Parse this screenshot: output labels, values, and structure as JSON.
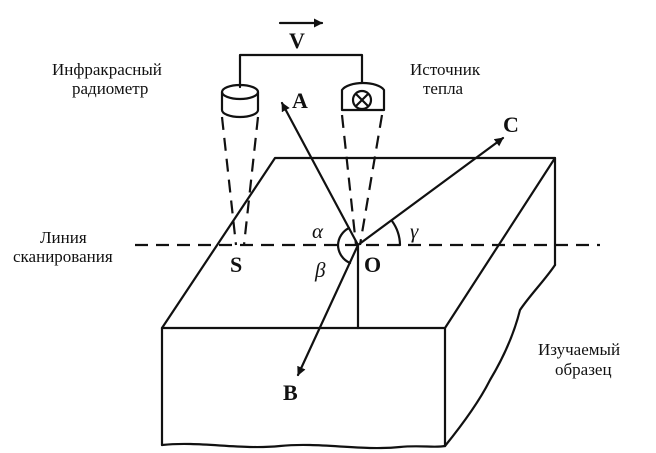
{
  "labels": {
    "radiometer_line1": "Инфракрасный",
    "radiometer_line2": "радиометр",
    "source_line1": "Источник",
    "source_line2": "тепла",
    "scan_line1": "Линия",
    "scan_line2": "сканирования",
    "sample_line1": "Изучаемый",
    "sample_line2": "образец",
    "velocity": "V",
    "point_s": "S",
    "point_o": "O",
    "point_a": "A",
    "point_b": "B",
    "point_c": "C",
    "angle_alpha": "α",
    "angle_beta": "β",
    "angle_gamma": "γ"
  },
  "icons": {
    "radiometer": "cylinder-icon",
    "heat_source": "circle-cross-icon"
  }
}
